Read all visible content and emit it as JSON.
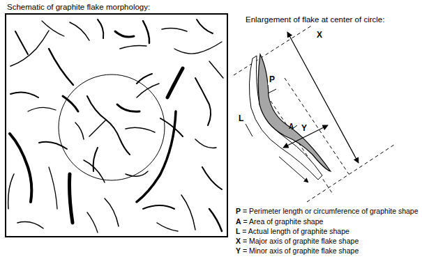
{
  "diagram": {
    "labels": [
      "Schematic of graphite flake morphology:",
      "Enlargement of flake at center of circle:",
      "P",
      "L",
      "A",
      "Y",
      "X",
      "P = Perimeter length or circumference of graphite shape",
      "A = Area of graphite shape",
      "L = Actual length of graphite shape",
      "X = Major axis of graphite flake shape",
      "Y = Minor axis of graphite flake shape"
    ]
  }
}
